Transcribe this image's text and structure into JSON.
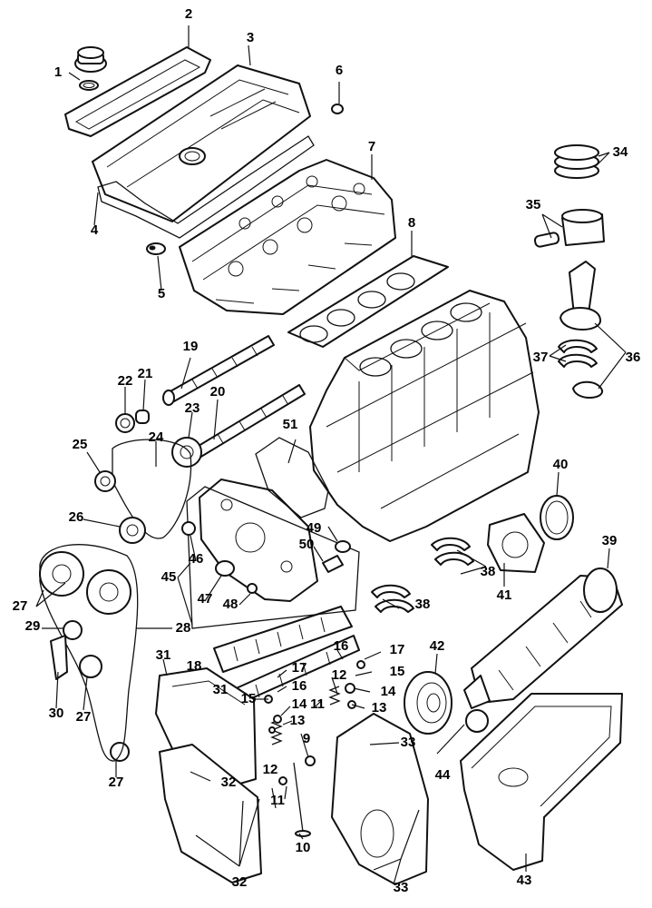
{
  "callouts": [
    "1",
    "2",
    "3",
    "4",
    "5",
    "6",
    "7",
    "8",
    "9",
    "10",
    "11",
    "12",
    "13",
    "14",
    "15",
    "16",
    "17",
    "18",
    "19",
    "20",
    "21",
    "22",
    "23",
    "24",
    "25",
    "26",
    "27",
    "28",
    "29",
    "30",
    "31",
    "32",
    "33",
    "34",
    "35",
    "36",
    "37",
    "38",
    "39",
    "40",
    "41",
    "42",
    "43",
    "44",
    "45",
    "46",
    "47",
    "48",
    "49",
    "50",
    "51"
  ]
}
